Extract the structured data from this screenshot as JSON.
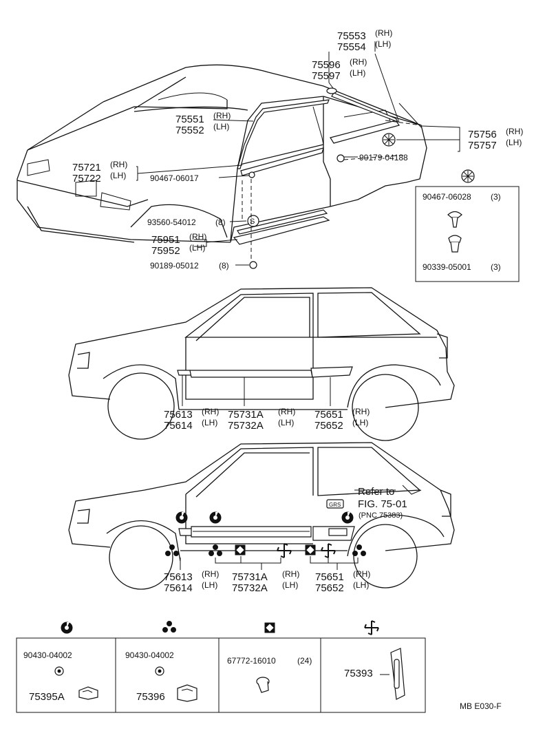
{
  "callouts": {
    "p75553": "75553",
    "p75554": "75554",
    "p75596": "75596",
    "p75597": "75597",
    "p75551": "75551",
    "p75552": "75552",
    "p75721": "75721",
    "p75722": "75722",
    "p90467_06017": "90467-06017",
    "p93560": "93560-54012",
    "p93560_qty": "(8)",
    "p75951": "75951",
    "p75952": "75952",
    "p90189": "90189-05012",
    "p90189_qty": "(8)",
    "p75756": "75756",
    "p75757": "75757",
    "p90179": "90179-04188",
    "p90467_06028": "90467-06028",
    "p90467_06028_qty": "(3)",
    "p90339": "90339-05001",
    "p90339_qty": "(3)",
    "p75613": "75613",
    "p75614": "75614",
    "p75731A": "75731A",
    "p75732A": "75732A",
    "p75651": "75651",
    "p75652": "75652",
    "rh": "(RH)",
    "lh": "(LH)",
    "s_mark": "S",
    "refer_to": "Refer to",
    "fig": "FIG. 75-01",
    "pnc": "(PNC 75383)",
    "badge": "GRS"
  },
  "legend": {
    "cell1": {
      "part_a": "90430-04002",
      "part_b": "75395A"
    },
    "cell2": {
      "part_a": "90430-04002",
      "part_b": "75396"
    },
    "cell3": {
      "part_a": "67772-16010",
      "qty": "(24)"
    },
    "cell4": {
      "part_a": "75393"
    }
  },
  "icons": [
    "clip-c-icon",
    "clip-triple-icon",
    "clip-square-icon",
    "clip-pinwheel-icon",
    "asterisk-icon"
  ],
  "footer": {
    "code": "MB  E030-F"
  }
}
